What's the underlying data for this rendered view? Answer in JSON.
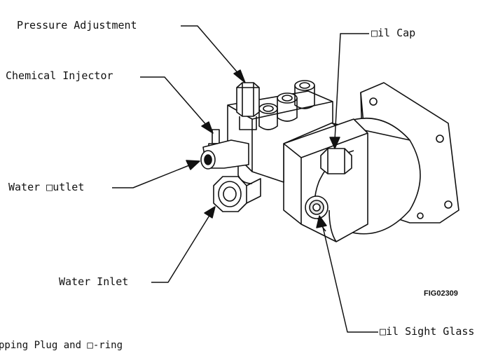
{
  "labels": {
    "pressure_adjustment": "Pressure Adjustment",
    "chemical_injector": "Chemical Injector",
    "oil_cap": "□il Cap",
    "water_outlet": "Water □utlet",
    "water_inlet": "Water Inlet",
    "oil_sight_glass": "□il Sight Glass",
    "unloading_plug": "pping Plug and □-ring",
    "figure_id": "FIG02309"
  },
  "colors": {
    "ink": "#111111",
    "paper": "#ffffff",
    "shade": "#e4e4e4"
  }
}
